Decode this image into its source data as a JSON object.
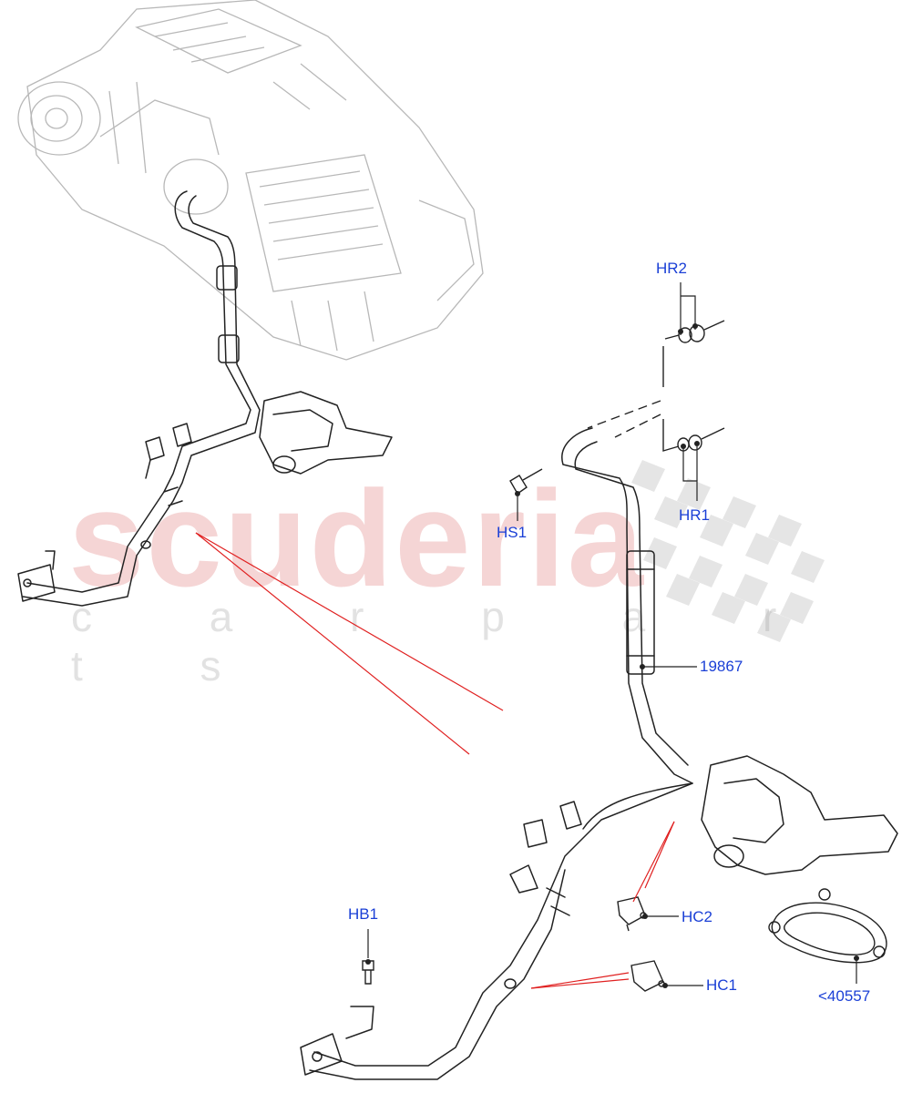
{
  "watermark": {
    "brand": "scuderia",
    "tagline": "c a r   p a r t s"
  },
  "callouts": {
    "hr2": "HR2",
    "hr1": "HR1",
    "hs1": "HS1",
    "part_19867": "19867",
    "hb1": "HB1",
    "hc2": "HC2",
    "hc1": "HC1",
    "part_40557": "<40557"
  },
  "colors": {
    "callout": "#1a3fd6",
    "leader_red": "#e02020",
    "outline": "#222222",
    "ghost": "#b8b8b8"
  }
}
